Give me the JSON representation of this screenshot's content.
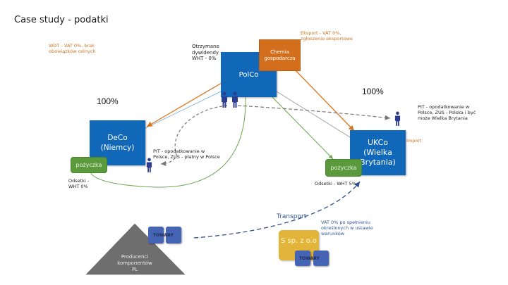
{
  "title": "Case study - podatki",
  "notes": {
    "wdt": [
      "WDT - VAT 0%, brak",
      "obowiązków celnych"
    ],
    "export": [
      "Eksport - VAT 0%,",
      "zgłoszenie eksportowe"
    ],
    "dividends": [
      "Otrzymane",
      "dywidendy",
      "WHT - 0%"
    ],
    "pit_uk": [
      "PIT - opodatkowanie w",
      "Polsce, ZUS - Polska i być",
      "może Wielka Brytania"
    ],
    "pit_de": [
      "PIT - opodatkowanie w",
      "Polsce, ZUS - płatny w Polsce"
    ],
    "import": "Import",
    "interest_de": [
      "Odsetki -",
      "WHT 0%"
    ],
    "interest_uk": "Odsetki - WHT 5%",
    "transport": "Transport",
    "vat_transport": [
      "VAT 0% po spełnieniu",
      "określonych w ustawie",
      "warunków"
    ]
  },
  "ownership": {
    "de": "100%",
    "uk": "100%"
  },
  "entities": {
    "polco": "PolCo",
    "chemia": [
      "Chemia",
      "gospodarcza"
    ],
    "deco": [
      "DeCo",
      "(Niemcy)"
    ],
    "ukco": [
      "UKCo",
      "(Wielka",
      "Brytania)"
    ],
    "s_spzoo": "S sp. z o.o",
    "producers": [
      "Producenci",
      "komponentów",
      "PL"
    ]
  },
  "loans": {
    "de": "pożyczka",
    "uk": "pożyczka"
  },
  "goods": {
    "label_1": "TOWARY",
    "label_2": "TOWARY"
  },
  "colors": {
    "entity_blue": "#1168b8",
    "chemia_orange": "#d36f1c",
    "loan_green": "#5b9a3c",
    "goods_blue": "#4664b4",
    "s_yellow": "#e2b53a",
    "producer_gray": "#6e6e6e",
    "export_arrow": "#d9761f",
    "dividend_line": "#7aa6d6",
    "loan_arrow": "#6aa84f",
    "employee_dash": "#777777",
    "transport_dash": "#2f4c8f"
  }
}
